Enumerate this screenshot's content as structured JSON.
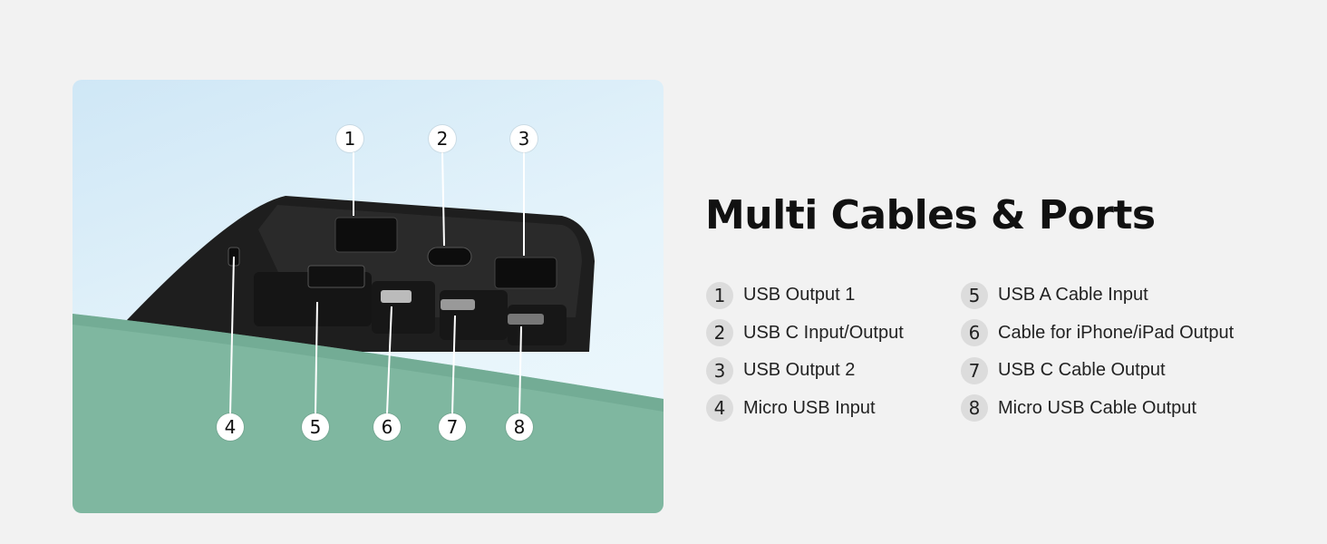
{
  "heading": "Multi Cables & Ports",
  "ports_left": [
    {
      "num": "1",
      "label": "USB Output 1"
    },
    {
      "num": "2",
      "label": "USB C Input/Output"
    },
    {
      "num": "3",
      "label": "USB Output 2"
    },
    {
      "num": "4",
      "label": "Micro USB Input"
    }
  ],
  "ports_right": [
    {
      "num": "5",
      "label": "USB A Cable Input"
    },
    {
      "num": "6",
      "label": "Cable for iPhone/iPad Output"
    },
    {
      "num": "7",
      "label": "USB C Cable Output"
    },
    {
      "num": "8",
      "label": "Micro USB Cable Output"
    }
  ],
  "callouts": [
    "1",
    "2",
    "3",
    "4",
    "5",
    "6",
    "7",
    "8"
  ],
  "colors": {
    "surface": "#7fb7a0",
    "device": "#1e1e1e",
    "background": "#f2f2f2"
  }
}
